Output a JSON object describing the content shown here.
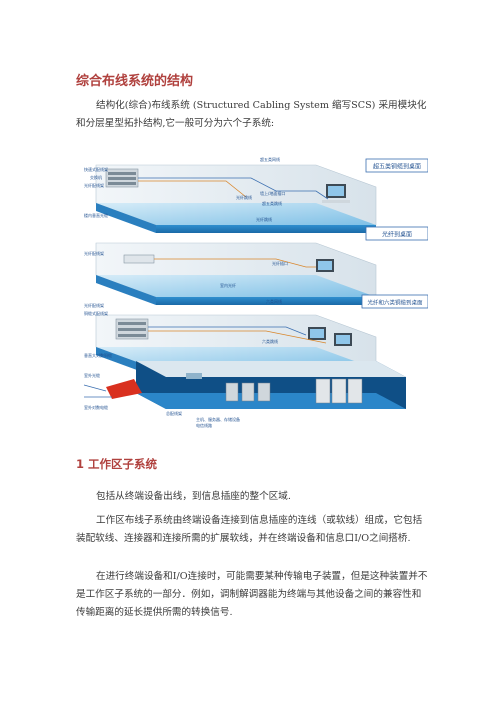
{
  "heading": "综合布线系统的结构",
  "intro": "结构化(综合)布线系统 (Structured Cabling System 缩写SCS) 采用模块化和分层星型拓扑结构,它一般可分为六个子系统:",
  "figure": {
    "callouts": {
      "floor3": "超五类铜缆到桌面",
      "floor2": "光纤到桌面",
      "floor1": "光纤和六类铜缆到桌面"
    },
    "labels": {
      "left_stack": "快速式配线架",
      "switch": "交换机",
      "fiber_patch": "光纤配线架",
      "vertical_cable": "楼内垂直光缆",
      "fiber_patch2": "光纤配线架",
      "fiber_patch3": "光纤配线架",
      "copper_patch": "铜缆式配线架",
      "backbone": "垂直大对数铜缆",
      "outdoor_fiber": "室外光缆",
      "outdoor_copper": "室外对数电缆",
      "main_patch": "总配线架",
      "server_room": "主机、服务器、存储设备",
      "telecom_line": "电信线路",
      "super5_cable": "超五类网线",
      "outlet": "墙上/地面插口",
      "patch_cord": "超五类跳线",
      "fiber_jumper": "光纤跳线",
      "indoor_fiber": "光纤跳线",
      "fiber_port": "光纤插口",
      "indoor_cable": "室内光纤",
      "cat6_cable": "六类网线",
      "cat6_jumper": "六类跳线"
    }
  },
  "section1": {
    "heading": "1 工作区子系统",
    "p1": "包括从终端设备出线，到信息插座的整个区域.",
    "p2": "工作区布线子系统由终端设备连接到信息插座的连线（或软线）组成，它包括装配软线、连接器和连接所需的扩展软线，并在终端设备和信息口I/O之间搭桥.",
    "p3": "在进行终端设备和I/O连接时，可能需要某种传输电子装置，但是这种装置并不是工作区子系统的一部分．例如，调制解调器能为终端与其他设备之间的兼容性和传输距离的延长提供所需的转换信号."
  }
}
